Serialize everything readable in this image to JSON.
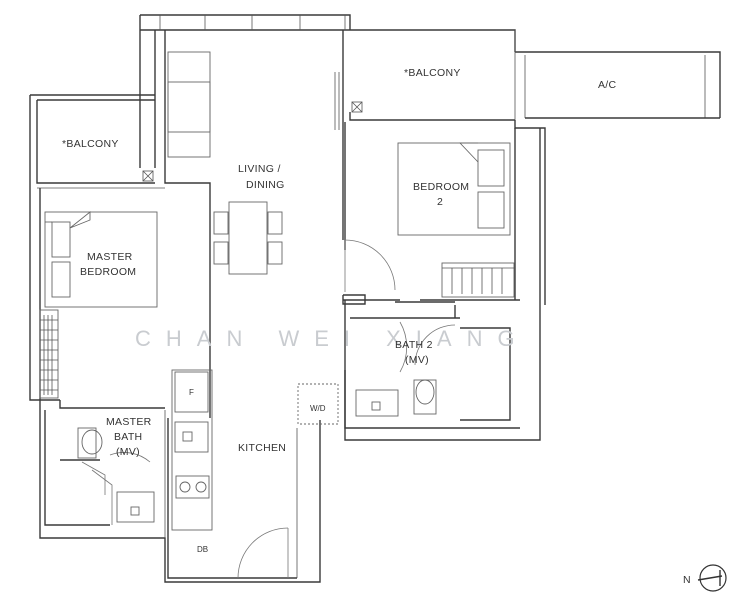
{
  "rooms": {
    "balcony_left": "*BALCONY",
    "balcony_top": "*BALCONY",
    "ac": "A/C",
    "living_line1": "LIVING  /",
    "living_line2": "DINING",
    "bedroom2_line1": "BEDROOM",
    "bedroom2_line2": "2",
    "master_line1": "MASTER",
    "master_line2": "BEDROOM",
    "bath2_line1": "BATH  2",
    "bath2_line2": "(MV)",
    "master_bath_line1": "MASTER",
    "master_bath_line2": "BATH",
    "master_bath_line3": "(MV)",
    "kitchen": "KITCHEN"
  },
  "fixtures": {
    "fridge": "F",
    "washer_dryer": "W/D",
    "distribution_board": "DB"
  },
  "watermark": "CHAN WEI XIANG",
  "north": "N"
}
